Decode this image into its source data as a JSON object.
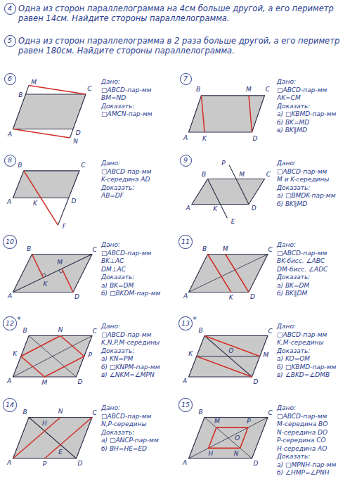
{
  "diagram": {
    "nodes": [
      {
        "text": [
          "4"
        ]
      },
      {
        "text": [
          "5"
        ]
      },
      {
        "text": [
          "6"
        ]
      },
      {
        "text": [
          "7"
        ]
      },
      {
        "text": [
          "8"
        ]
      },
      {
        "text": [
          "9"
        ]
      },
      {
        "text": [
          "10"
        ]
      },
      {
        "text": [
          "11"
        ]
      },
      {
        "text": [
          "12"
        ]
      },
      {
        "text": [
          "13"
        ]
      },
      {
        "text": [
          "14"
        ]
      },
      {
        "text": [
          "15"
        ]
      }
    ],
    "labels": [
      "Одна из сторон параллелограмма на 4см больше другой, а его периметр равен 14см. Найдите стороны параллелограмма.",
      "Одна из сторон параллелограмма в 2 раза больше другой, а его периметр равен 180см. Найдите стороны параллелограмма.",
      "Дано:",
      "□ABCD-пар-мм",
      "BM=ND",
      "Доказать:",
      "□AMCN-пар-мм",
      "M",
      "B",
      "C",
      "A",
      "D",
      "N",
      "Дано:",
      "□ABCD-пар-мм",
      "AK=CM",
      "Доказать:",
      "а) □KBMD-пар-мм",
      "б) BK=MD",
      "в) BK∥MD",
      "B",
      "M",
      "C",
      "A",
      "K",
      "D",
      "Дано:",
      "□ABCD-пар-мм",
      "K-середина AD",
      "Доказать:",
      "AB=DF",
      "B",
      "C",
      "A",
      "K",
      "D",
      "F",
      "Дано:",
      "□ABCD-пар-мм",
      "M и K-середины",
      "Доказать:",
      "а) □BMDK-пар-мм",
      "б) BK∥MD",
      "P",
      "B",
      "M",
      "C",
      "A",
      "K",
      "D",
      "E",
      "Дано:",
      "□ABCD-пар-мм",
      "BK⊥AC",
      "DM⊥AC",
      "Доказать:",
      "а) BK=DM",
      "б) □BKDM-пар-мм",
      "B",
      "C",
      "A",
      "K",
      "M",
      "D",
      "Дано:",
      "□ABCD-пар-мм",
      "BK-бисс. ∠ABC",
      "DM-бисс. ∠ADC",
      "Доказать:",
      "а) BK=DM",
      "б) BK∥DM",
      "B",
      "M",
      "C",
      "A",
      "K",
      "D",
      "*",
      "Дано:",
      "□ABCD-пар-мм",
      "K,N,P,M-середины",
      "Доказать:",
      "а) KN=PM",
      "б) □KNPM-пар-мм",
      "в) ∠NKM=∠MPN",
      "B",
      "N",
      "C",
      "K",
      "P",
      "A",
      "M",
      "D",
      "*",
      "Дано:",
      "□ABCD-пар-мм",
      "K,M-середины",
      "Доказать:",
      "а) KO=OM",
      "б) □KBMD-пар-мм",
      "в) ∠BKD=∠DMB",
      "B",
      "C",
      "K",
      "O",
      "M",
      "A",
      "D",
      "Дано:",
      "□ABCD-пар-мм",
      "N,P-середины",
      "Доказать:",
      "а) □ANCP-пар-мм",
      "б) BH=HE=ED",
      "B",
      "N",
      "C",
      "H",
      "E",
      "A",
      "P",
      "D",
      "Дано:",
      "□ABCD-пар-мм",
      "M-середина BO",
      "N-середина DO",
      "P-середина CO",
      "H-середина AO",
      "Доказать:",
      "а) □MPNH-пар-мм",
      "б) ∠HMP=∠PNH",
      "B",
      "C",
      "M",
      "P",
      "O",
      "H",
      "N",
      "A",
      "D"
    ]
  }
}
